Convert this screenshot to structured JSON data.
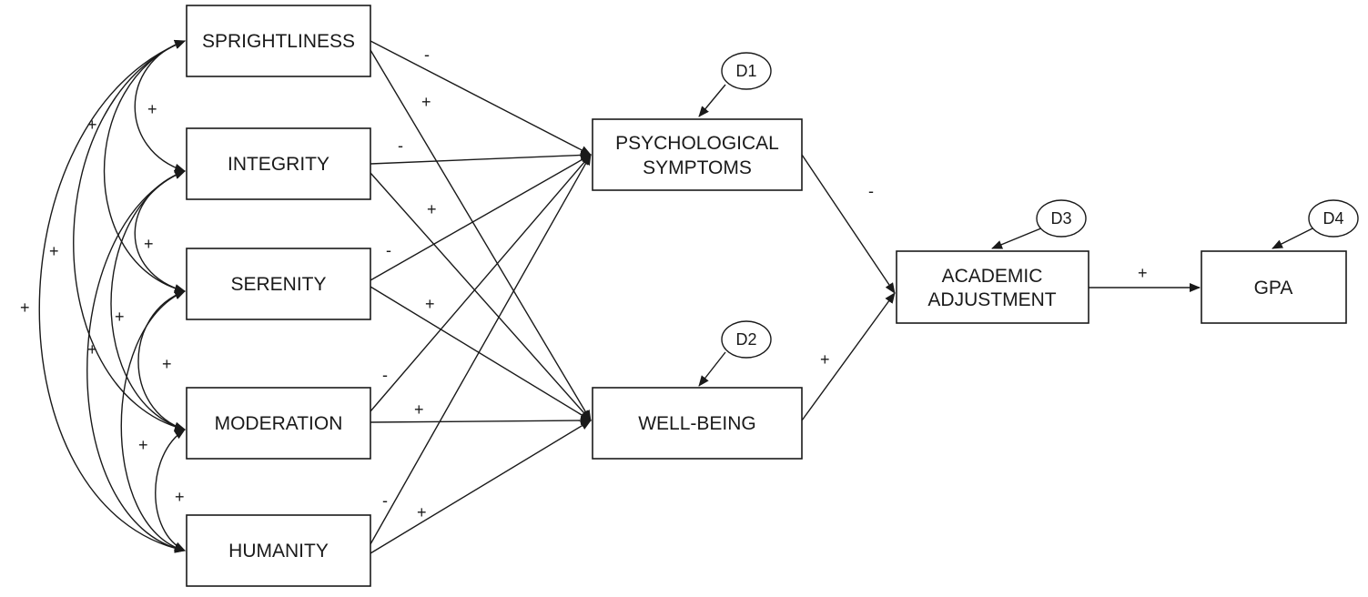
{
  "nodes": {
    "sprightliness": "SPRIGHTLINESS",
    "integrity": "INTEGRITY",
    "serenity": "SERENITY",
    "moderation": "MODERATION",
    "humanity": "HUMANITY",
    "psych_line1": "PSYCHOLOGICAL",
    "psych_line2": "SYMPTOMS",
    "wellbeing": "WELL-BEING",
    "academic_line1": "ACADEMIC",
    "academic_line2": "ADJUSTMENT",
    "gpa": "GPA"
  },
  "disturbances": {
    "d1": "D1",
    "d2": "D2",
    "d3": "D3",
    "d4": "D4"
  },
  "path_signs": {
    "sprightliness_psych": "-",
    "sprightliness_wellbeing": "+",
    "integrity_psych": "-",
    "integrity_wellbeing": "+",
    "serenity_psych": "-",
    "serenity_wellbeing": "+",
    "moderation_psych": "-",
    "moderation_wellbeing": "+",
    "humanity_psych": "-",
    "humanity_wellbeing": "+",
    "psych_academic": "-",
    "wellbeing_academic": "+",
    "academic_gpa": "+"
  },
  "correlation_signs": {
    "spr_int": "+",
    "spr_ser": "+",
    "spr_mod": "+",
    "spr_hum": "+",
    "int_ser": "+",
    "int_mod": "+",
    "int_hum": "+",
    "ser_mod": "+",
    "ser_hum": "+",
    "mod_hum": "+"
  }
}
